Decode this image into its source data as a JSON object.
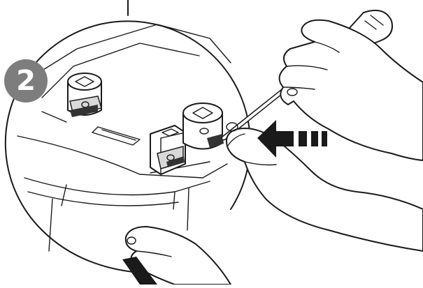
{
  "step": {
    "number": "2",
    "badge_color": "#7d7d7d"
  },
  "colors": {
    "line": "#1a1a1a",
    "insert_fill": "#d9d9d9",
    "shadow": "#333333",
    "background": "#ffffff"
  },
  "arrow": {
    "direction": "left",
    "meaning": "push direction"
  },
  "icons": [
    "step-number-badge",
    "push-arrow-icon",
    "screwdriver",
    "left-hand",
    "right-hand",
    "clip-connector"
  ]
}
